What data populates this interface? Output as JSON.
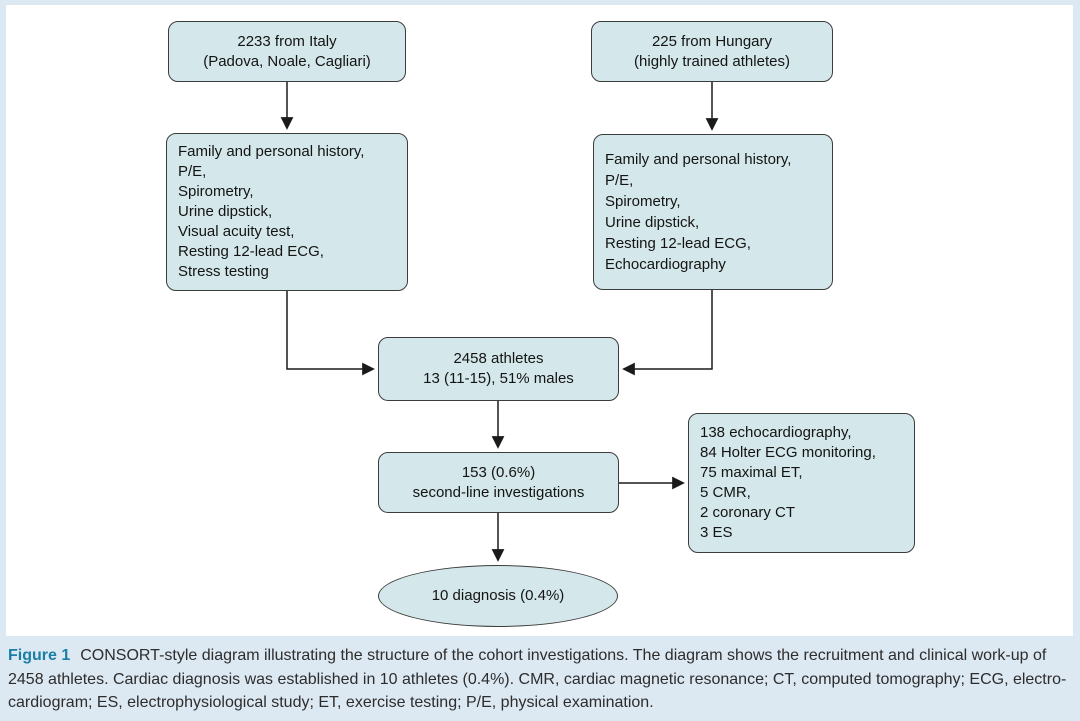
{
  "colors": {
    "frame_bg": "#dce8f2",
    "panel_bg": "#ffffff",
    "node_fill": "#d4e7ea",
    "node_border": "#3c3c3c",
    "arrow": "#1a1a1a",
    "figure_label": "#1b7ea6",
    "caption_text": "#2d2d2d"
  },
  "diagram": {
    "type": "flowchart",
    "nodes": {
      "italy": {
        "lines": [
          "2233 from Italy",
          "(Padova, Noale, Cagliari)"
        ]
      },
      "hungary": {
        "lines": [
          "225 from Hungary",
          "(highly trained athletes)"
        ]
      },
      "workup_italy": {
        "lines": [
          "Family and personal history,",
          "P/E,",
          "Spirometry,",
          "Urine dipstick,",
          "Visual acuity test,",
          "Resting 12-lead ECG,",
          "Stress testing"
        ]
      },
      "workup_hungary": {
        "lines": [
          "Family and personal history,",
          "P/E,",
          "Spirometry,",
          "Urine dipstick,",
          "Resting 12-lead ECG,",
          "Echocardiography"
        ]
      },
      "athletes": {
        "lines": [
          "2458 athletes",
          "13 (11-15), 51% males"
        ]
      },
      "second_line": {
        "lines": [
          "153 (0.6%)",
          "second-line investigations"
        ]
      },
      "investigations": {
        "lines": [
          "138 echocardiography,",
          "84 Holter ECG monitoring,",
          "75 maximal ET,",
          "5 CMR,",
          "2 coronary CT",
          "3 ES"
        ]
      },
      "diagnosis": {
        "lines": [
          "10 diagnosis (0.4%)"
        ]
      }
    },
    "edges": [
      {
        "from": "italy",
        "to": "workup_italy"
      },
      {
        "from": "hungary",
        "to": "workup_hungary"
      },
      {
        "from": "workup_italy",
        "to": "athletes"
      },
      {
        "from": "workup_hungary",
        "to": "athletes"
      },
      {
        "from": "athletes",
        "to": "second_line"
      },
      {
        "from": "second_line",
        "to": "investigations"
      },
      {
        "from": "second_line",
        "to": "diagnosis"
      }
    ]
  },
  "caption": {
    "label": "Figure 1",
    "lines": [
      "CONSORT-style diagram illustrating the structure of the cohort investigations. The diagram shows the recruitment and clinical work-up of",
      "2458 athletes. Cardiac diagnosis was established in 10 athletes (0.4%). CMR, cardiac magnetic resonance; CT, computed tomography; ECG, electro-",
      "cardiogram; ES, electrophysiological study; ET, exercise testing; P/E, physical examination."
    ]
  }
}
